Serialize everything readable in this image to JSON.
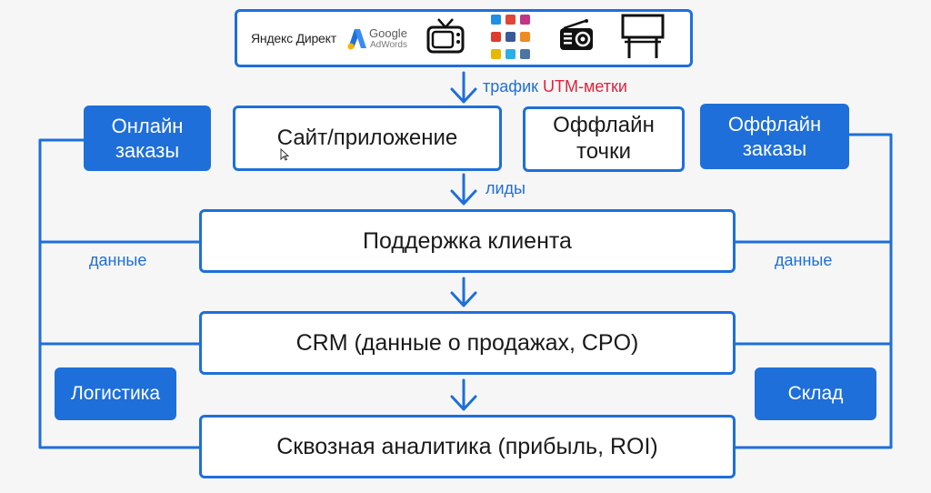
{
  "colors": {
    "primary": "#1e6fd9",
    "accent": "#e0233c",
    "background": "#f6f6f6"
  },
  "sources": {
    "yandex": "Яндекс Директ",
    "google_name": "Google",
    "google_sub": "AdWords",
    "icons": [
      "tv-icon",
      "social-icons-grid",
      "radio-icon",
      "billboard-icon"
    ]
  },
  "edges": {
    "traffic_prefix": "трафик",
    "traffic_utm": "UTM-метки",
    "leads": "лиды",
    "data_left": "данные",
    "data_right": "данные"
  },
  "nodes": {
    "site": "Сайт/приложение",
    "offline_points_1": "Оффлайн",
    "offline_points_2": "точки",
    "online_orders_1": "Онлайн",
    "online_orders_2": "заказы",
    "offline_orders_1": "Оффлайн",
    "offline_orders_2": "заказы",
    "support": "Поддержка клиента",
    "crm": "CRM (данные о продажах, CPO)",
    "logistics": "Логистика",
    "warehouse": "Склад",
    "analytics": "Сквозная аналитика (прибыль, ROI)"
  }
}
